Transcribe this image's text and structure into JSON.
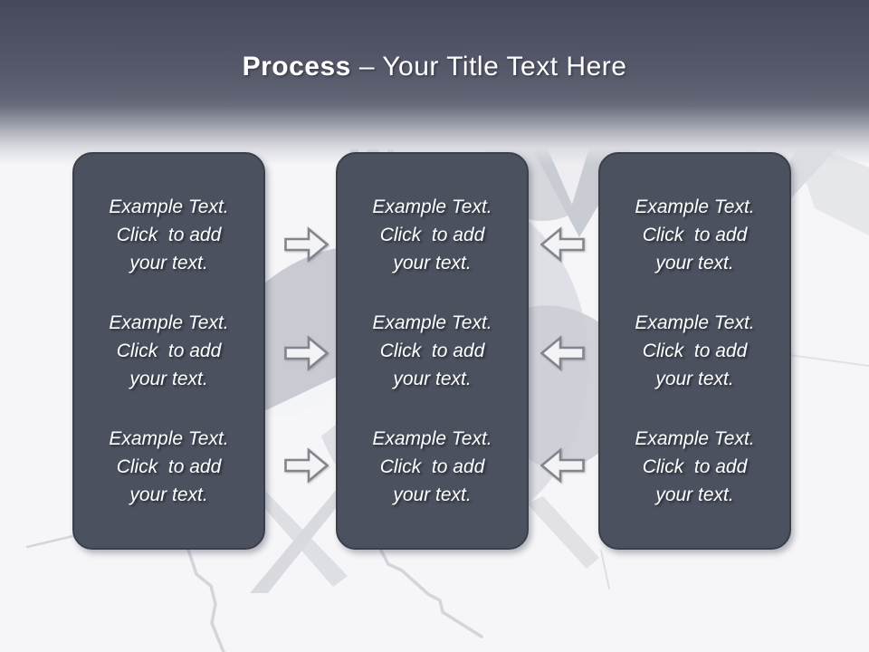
{
  "title": {
    "bold": "Process",
    "rest": "– Your Title Text Here"
  },
  "panels": [
    {
      "name": "left",
      "blocks": [
        {
          "lines": [
            "Example Text.",
            "Click  to add",
            "your text."
          ]
        },
        {
          "lines": [
            "Example Text.",
            "Click  to add",
            "your text."
          ]
        },
        {
          "lines": [
            "Example Text.",
            "Click  to add",
            "your text."
          ]
        }
      ]
    },
    {
      "name": "center",
      "blocks": [
        {
          "lines": [
            "Example Text.",
            "Click  to add",
            "your text."
          ]
        },
        {
          "lines": [
            "Example Text.",
            "Click  to add",
            "your text."
          ]
        },
        {
          "lines": [
            "Example Text.",
            "Click  to add",
            "your text."
          ]
        }
      ]
    },
    {
      "name": "right",
      "blocks": [
        {
          "lines": [
            "Example Text.",
            "Click  to add",
            "your text."
          ]
        },
        {
          "lines": [
            "Example Text.",
            "Click  to add",
            "your text."
          ]
        },
        {
          "lines": [
            "Example Text.",
            "Click  to add",
            "your text."
          ]
        }
      ]
    }
  ],
  "arrows": [
    {
      "direction": "right",
      "row": 1
    },
    {
      "direction": "right",
      "row": 2
    },
    {
      "direction": "right",
      "row": 3
    },
    {
      "direction": "left",
      "row": 1
    },
    {
      "direction": "left",
      "row": 2
    },
    {
      "direction": "left",
      "row": 3
    }
  ],
  "colors": {
    "header_top": "#45495b",
    "header_mid": "#5e6272",
    "body_background": "#f6f6f8",
    "panel_fill": "#4c515f",
    "panel_border": "#3a3f4b",
    "panel_text": "#ffffff",
    "arrow_fill": "#f3f3f5",
    "arrow_stroke": "#83858c",
    "crack_line": "#d4d5da",
    "title_text": "#ffffff"
  }
}
